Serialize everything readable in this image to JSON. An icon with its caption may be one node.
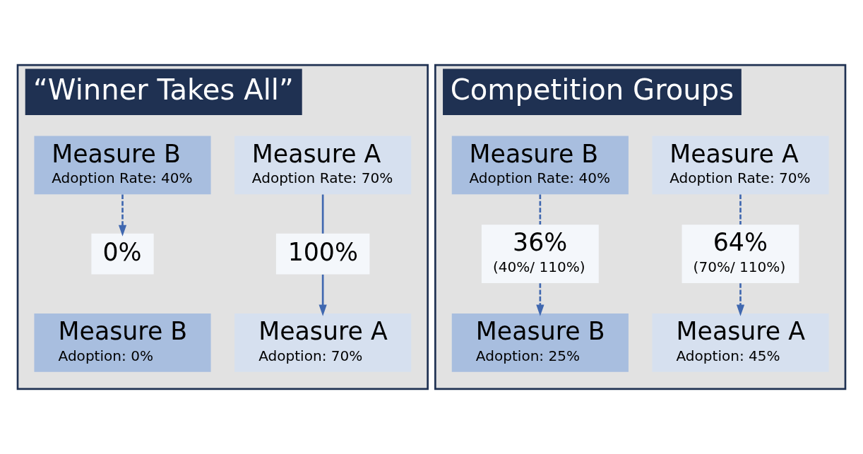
{
  "diagram": {
    "nodes": [
      {
        "text": [
          "“Winner Takes All”"
        ]
      },
      {
        "text": [
          "Measure A",
          "Adoption Rate: 70%"
        ],
        "in": 0
      },
      {
        "text": [
          "Measure B",
          "Adoption Rate: 40%"
        ],
        "in": 0
      },
      {
        "text": [
          "100%"
        ],
        "in": 0
      },
      {
        "text": [
          "0%"
        ],
        "in": 0
      },
      {
        "text": [
          "Measure A",
          "Adoption: 70%"
        ],
        "in": 0
      },
      {
        "text": [
          "Measure B",
          "Adoption: 0%"
        ],
        "in": 0
      },
      {
        "text": [
          "Competition Groups"
        ]
      },
      {
        "text": [
          "Measure A",
          "Adoption Rate: 70%"
        ],
        "in": 7
      },
      {
        "text": [
          "Measure B",
          "Adoption Rate: 40%"
        ],
        "in": 7
      },
      {
        "text": [
          "64%",
          "(70%/ 110%)"
        ],
        "in": 7
      },
      {
        "text": [
          "36%",
          "(40%/ 110%)"
        ],
        "in": 7
      },
      {
        "text": [
          "Measure A",
          "Adoption: 45%"
        ],
        "in": 7
      },
      {
        "text": [
          "Measure B",
          "Adoption: 25%"
        ],
        "in": 7
      }
    ],
    "edges": [
      {
        "from": 1,
        "to": 3,
        "arrow": "none"
      },
      {
        "from": 3,
        "to": 5,
        "arrow": "to"
      },
      {
        "from": 2,
        "to": 4,
        "arrow": "to",
        "style": "dashed"
      },
      {
        "from": 8,
        "to": 10,
        "arrow": "none",
        "style": "dashed"
      },
      {
        "from": 10,
        "to": 12,
        "arrow": "to",
        "style": "dashed"
      },
      {
        "from": 9,
        "to": 11,
        "arrow": "none",
        "style": "dashed"
      },
      {
        "from": 11,
        "to": 13,
        "arrow": "to",
        "style": "dashed"
      }
    ]
  }
}
